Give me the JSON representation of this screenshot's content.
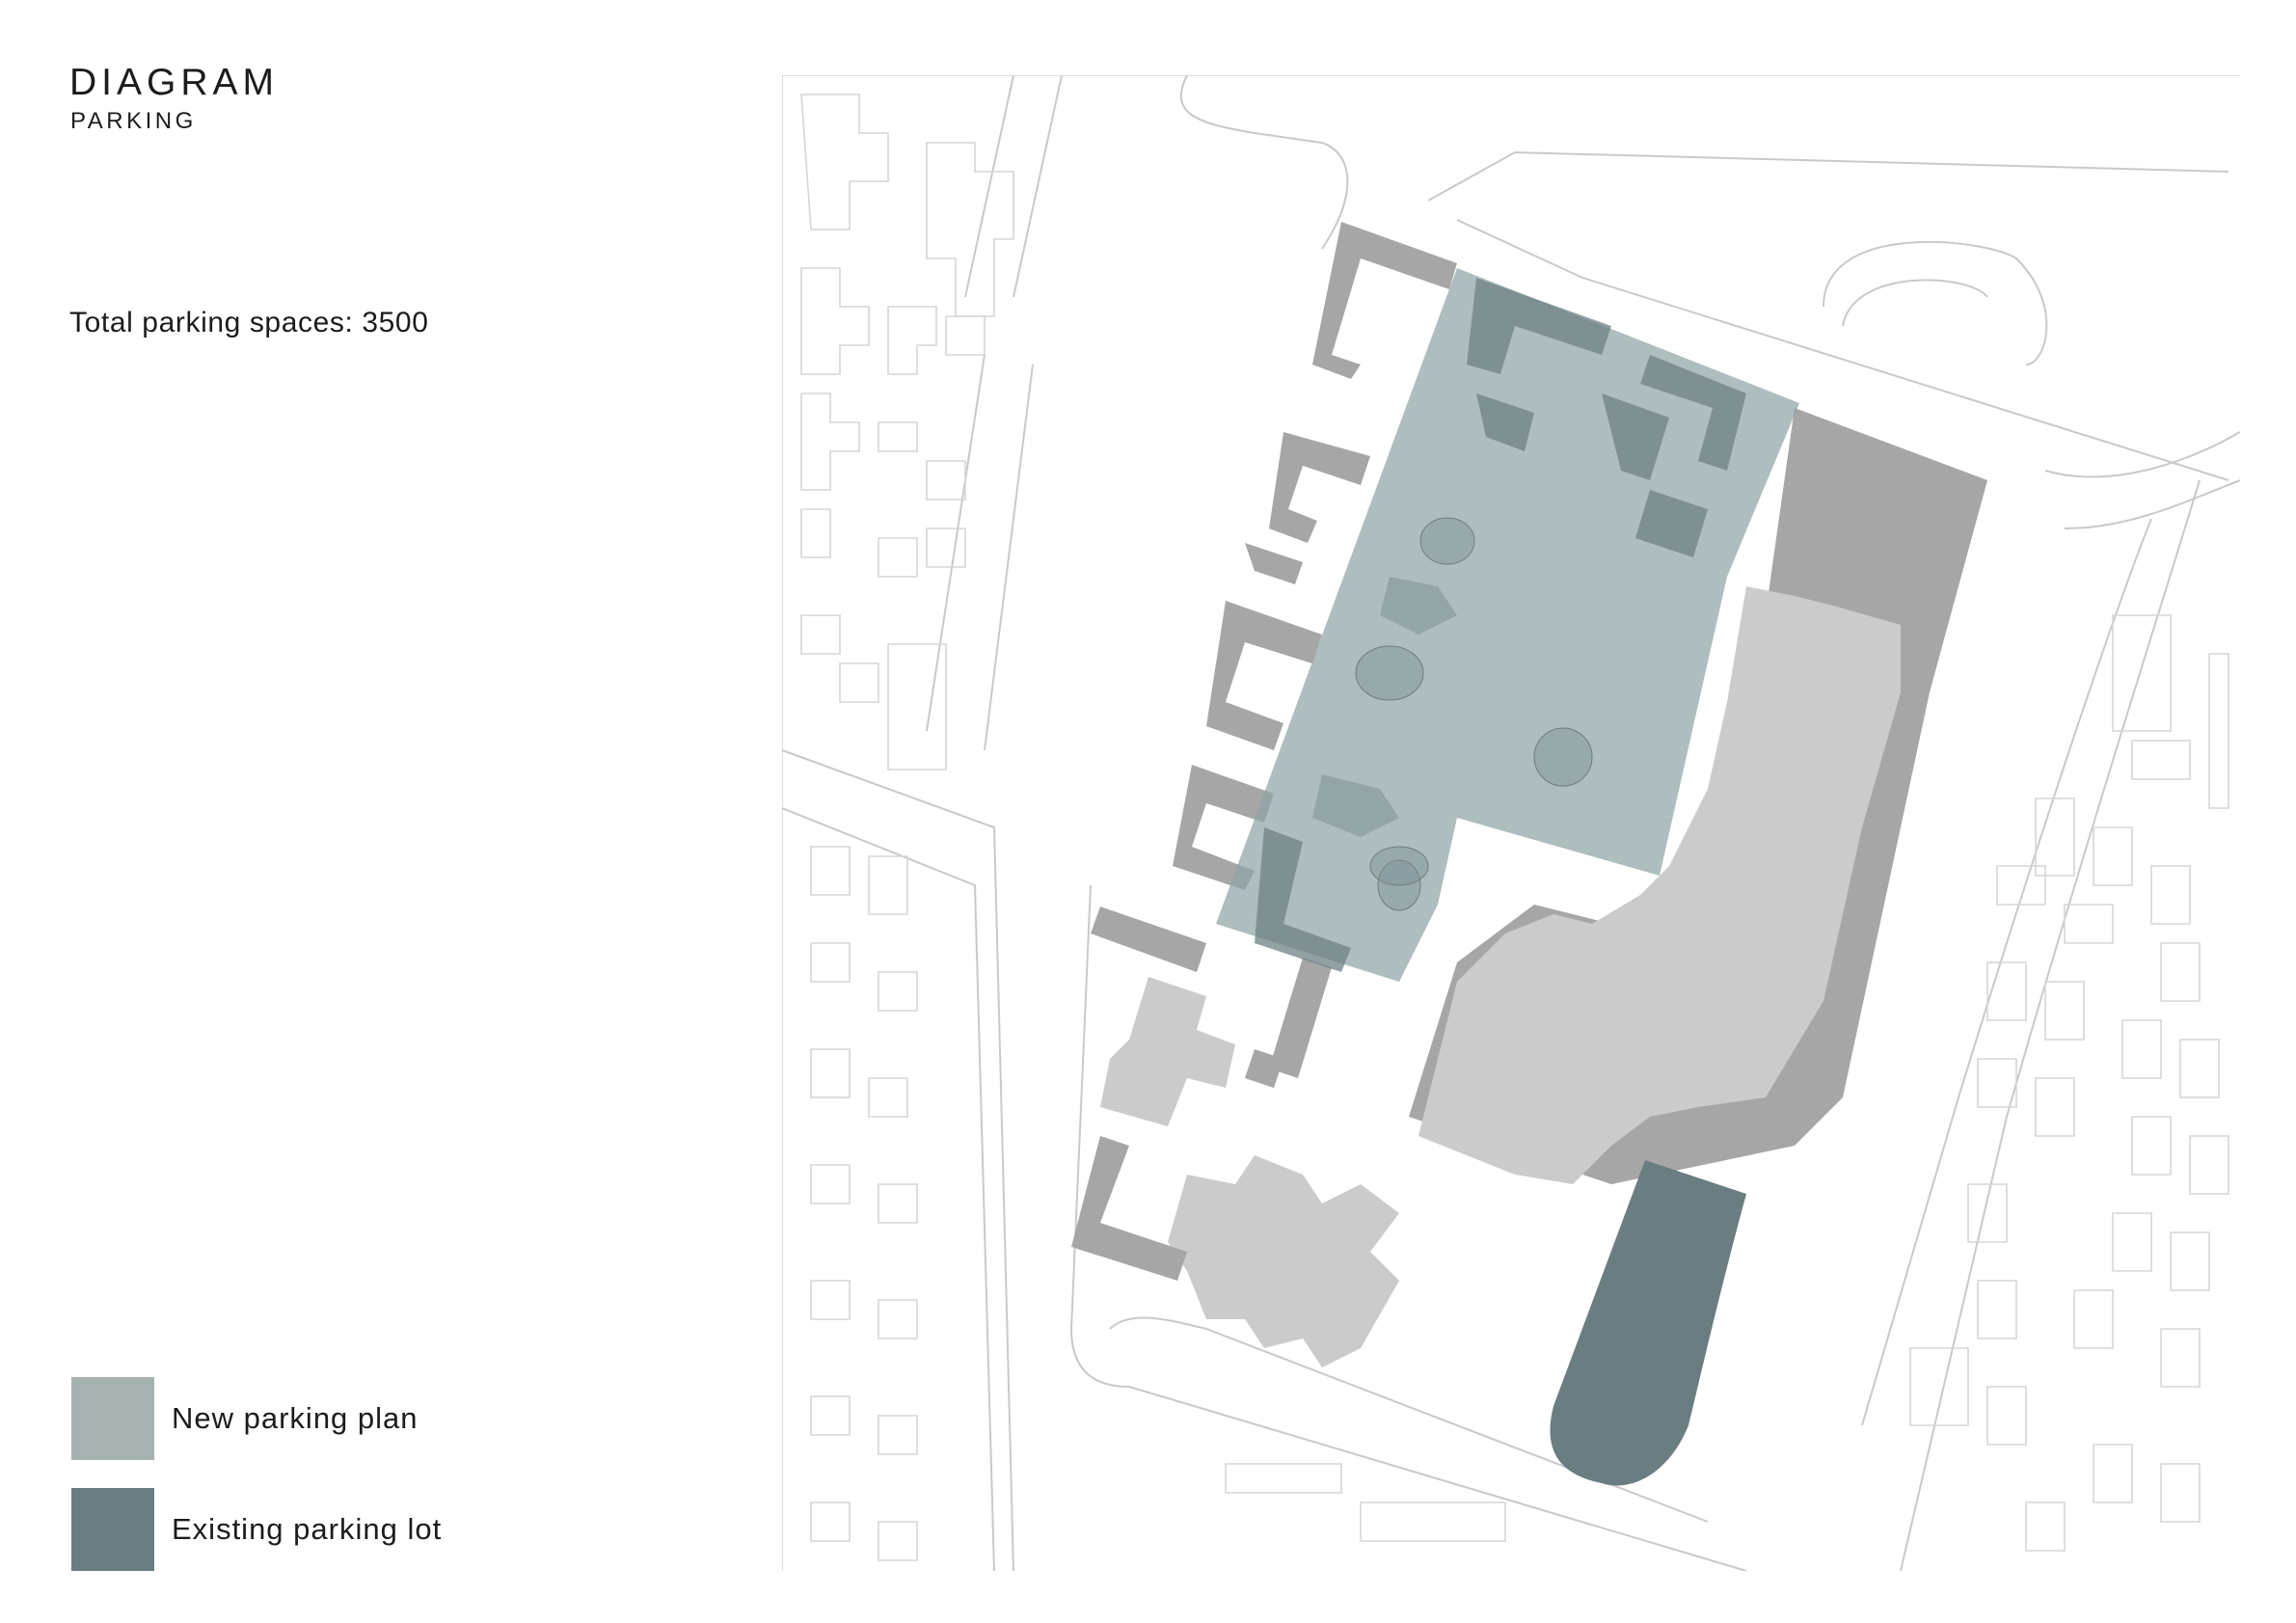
{
  "header": {
    "title": "DIAGRAM",
    "subtitle": "PARKING"
  },
  "summary": {
    "total_text": "Total parking spaces: 3500"
  },
  "legend": {
    "items": [
      {
        "label": "New parking plan",
        "color": "#a6b2b0"
      },
      {
        "label": "Existing parking lot",
        "color": "#6a7d80"
      }
    ]
  },
  "colors": {
    "new_parking_overlay": "#8fa3a5",
    "existing_parking_lot": "#6a7d80",
    "building_dark": "#a6a6a6",
    "building_light": "#cbcbcb",
    "context_lines": "#c8c8c8",
    "background": "#ffffff"
  }
}
